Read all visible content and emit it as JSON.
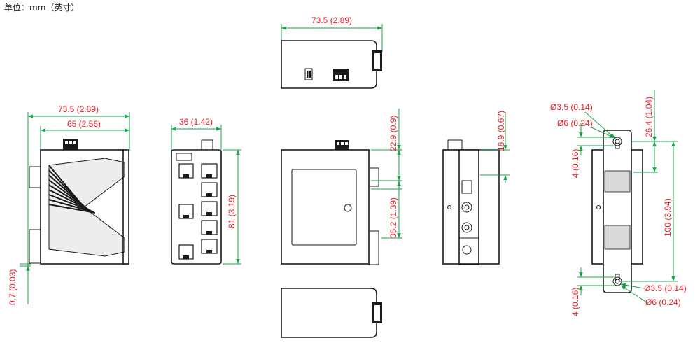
{
  "unit_label": "单位：mm（英寸）",
  "dimensions": {
    "top_view_width": "73.5 (2.89)",
    "left_overall_width": "73.5 (2.89)",
    "left_body_width": "65 (2.56)",
    "left_din_offset": "0.7 (0.03)",
    "front_width": "36 (1.42)",
    "front_height": "81 (3.19)",
    "side_top_offset": "22.9 (0.9)",
    "side_rail_height": "35.2 (1.39)",
    "clip_offset": "16.9 (0.67)",
    "panel_top_distance": "26.4 (1.04)",
    "panel_hole_pitch": "100 (3.94)",
    "hole_top_small": "Ø3.5 (0.14)",
    "hole_top_large": "Ø6 (0.24)",
    "hole_top_depth": "4 (0.16)",
    "hole_bottom_small": "Ø3.5 (0.14)",
    "hole_bottom_large": "Ø6 (0.24)",
    "hole_bottom_depth": "4 (0.16)"
  },
  "colors": {
    "dimension_text": "#e8202a",
    "dimension_line": "#1aa64a",
    "outline": "#1a1a1a"
  }
}
